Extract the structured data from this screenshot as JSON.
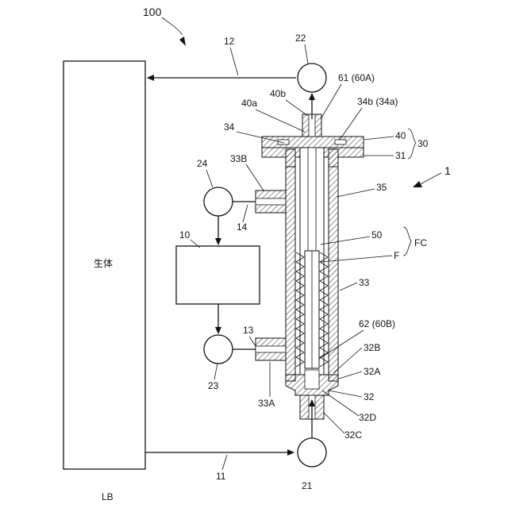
{
  "labels": {
    "fig_100": "100",
    "body": "生体",
    "body_ref": "LB",
    "unit_10": "10",
    "pump_21": "21",
    "pump_22": "22",
    "pump_23": "23",
    "pump_24": "24",
    "line_11": "11",
    "line_12": "12",
    "line_13": "13",
    "line_14": "14",
    "device_1": "1",
    "ref_30": "30",
    "ref_31": "31",
    "ref_33": "33",
    "ref_33A": "33A",
    "ref_33B": "33B",
    "ref_34": "34",
    "ref_34b": "34b (34a)",
    "ref_35": "35",
    "ref_40": "40",
    "ref_40a": "40a",
    "ref_40b": "40b",
    "ref_50": "50",
    "ref_FC": "FC",
    "ref_F": "F",
    "ref_61": "61 (60A)",
    "ref_62": "62 (60B)",
    "ref_32": "32",
    "ref_32A": "32A",
    "ref_32B": "32B",
    "ref_32C": "32C",
    "ref_32D": "32D"
  }
}
